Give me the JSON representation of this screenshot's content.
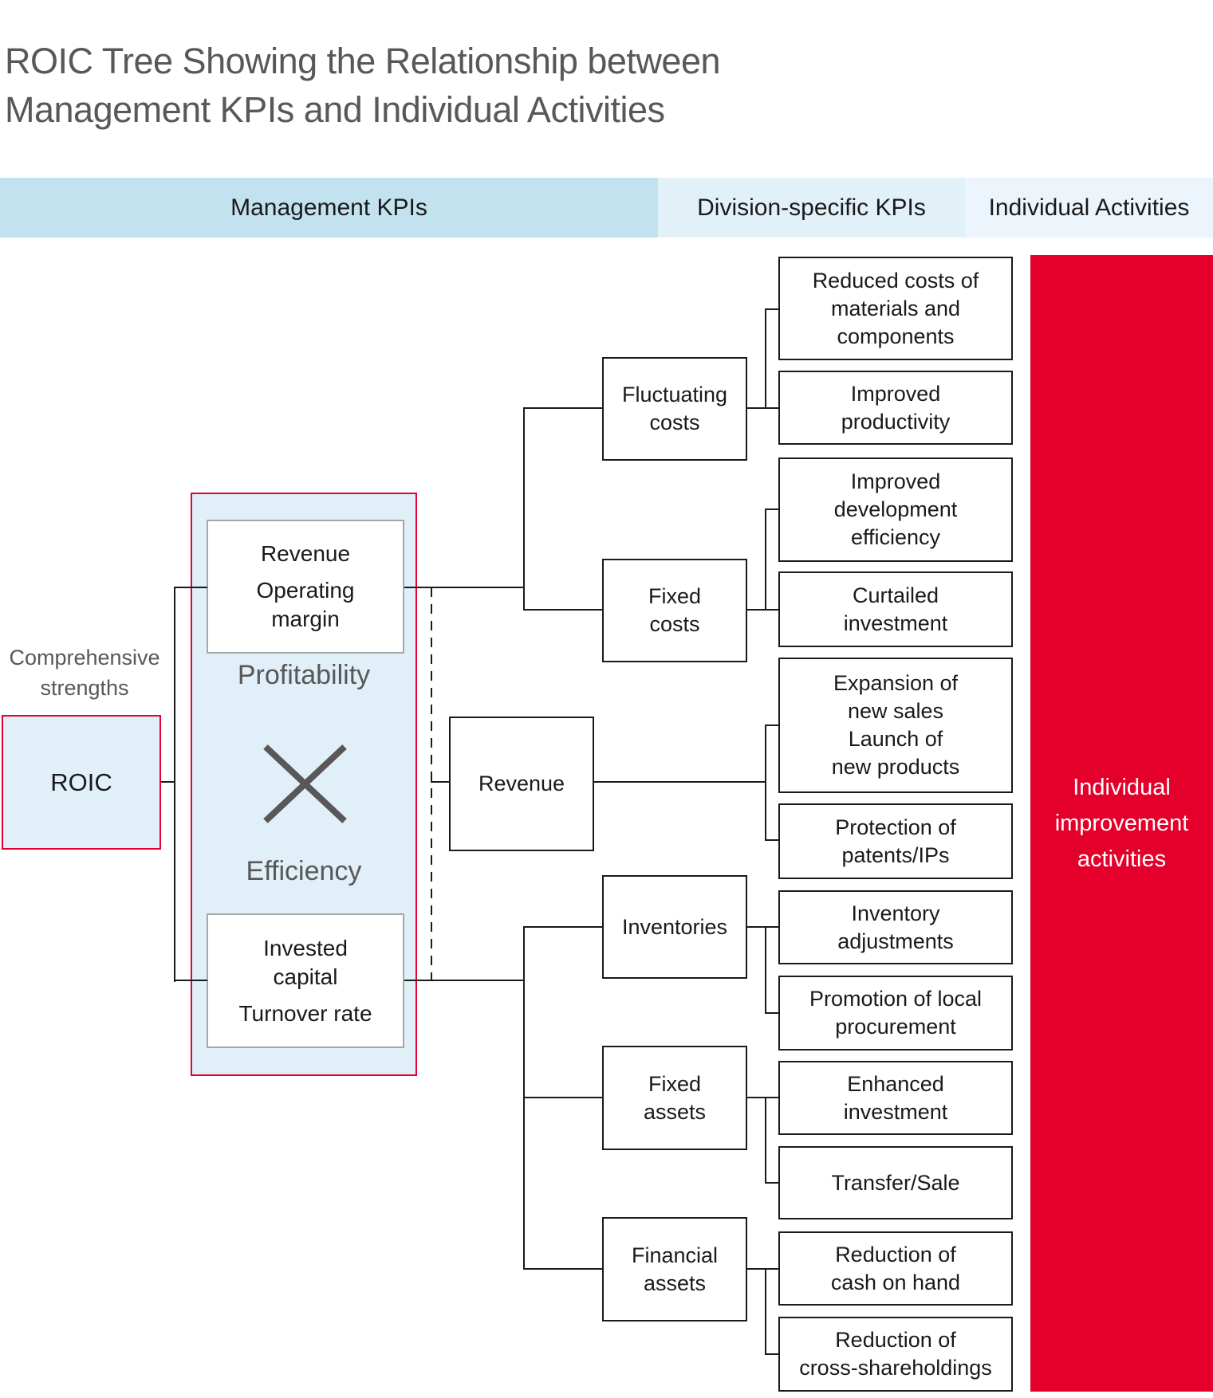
{
  "title": "ROIC Tree Showing the Relationship between\nManagement KPIs and Individual Activities",
  "header_bands": [
    {
      "label": "Management KPIs"
    },
    {
      "label": "Division-specific KPIs"
    },
    {
      "label": "Individual Activities"
    }
  ],
  "roic": {
    "caption": "Comprehensive\nstrengths",
    "label": "ROIC"
  },
  "formula_panel": {
    "numerator": {
      "line1": "Revenue",
      "line2": "Operating\nmargin"
    },
    "profitability_label": "Profitability",
    "multiply_icon": "multiplication-sign",
    "efficiency_label": "Efficiency",
    "denominator": {
      "line1": "Invested\ncapital",
      "line2": "Turnover rate"
    }
  },
  "division_nodes": [
    {
      "label": "Fluctuating\ncosts"
    },
    {
      "label": "Fixed\ncosts"
    },
    {
      "label": "Revenue"
    },
    {
      "label": "Inventories"
    },
    {
      "label": "Fixed\nassets"
    },
    {
      "label": "Financial\nassets"
    }
  ],
  "activity_nodes": [
    {
      "label": "Reduced costs of\nmaterials and\ncomponents"
    },
    {
      "label": "Improved\nproductivity"
    },
    {
      "label": "Improved\ndevelopment\nefficiency"
    },
    {
      "label": "Curtailed\ninvestment"
    },
    {
      "label": "Expansion of\nnew sales\nLaunch of\nnew products"
    },
    {
      "label": "Protection of\npatents/IPs"
    },
    {
      "label": "Inventory\nadjustments"
    },
    {
      "label": "Promotion of local\nprocurement"
    },
    {
      "label": "Enhanced\ninvestment"
    },
    {
      "label": "Transfer/Sale"
    },
    {
      "label": "Reduction of\ncash on hand"
    },
    {
      "label": "Reduction of\ncross-shareholdings"
    }
  ],
  "individual_band": {
    "label": "Individual\nimprovement\nactivities"
  },
  "colors": {
    "accent_red": "#e6002d",
    "panel_blue": "#e0eff8",
    "band_management": "#c2e2f0",
    "band_division": "#e2f1f8",
    "band_individual": "#ebf5fb",
    "activities_red": "#e4002b",
    "line_black": "#1a1a1a",
    "text_gray": "#595757",
    "text_dark": "#1a1a1a"
  }
}
